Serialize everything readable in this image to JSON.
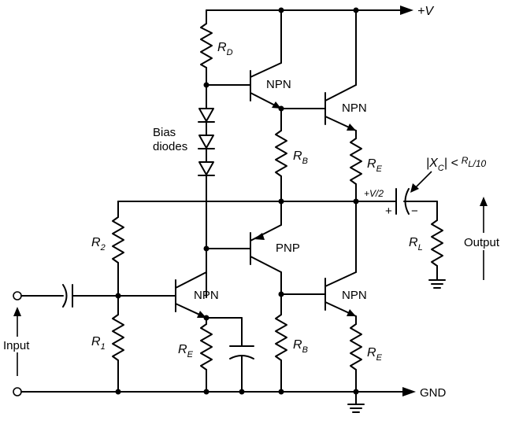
{
  "supply_label": "+V",
  "ground_label": "GND",
  "input_label": "Input",
  "output_label": "Output",
  "bias_diodes_label": [
    "Bias",
    "diodes"
  ],
  "transistors": {
    "npn_top_left": "NPN",
    "npn_top_right": "NPN",
    "pnp_mid": "PNP",
    "npn_input": "NPN",
    "npn_bottom_right": "NPN"
  },
  "resistors": {
    "rd": {
      "main": "R",
      "sub": "D"
    },
    "rb_top": {
      "main": "R",
      "sub": "B"
    },
    "re_top": {
      "main": "R",
      "sub": "E"
    },
    "r2": {
      "main": "R",
      "sub": "2"
    },
    "r1": {
      "main": "R",
      "sub": "1"
    },
    "re_input": {
      "main": "R",
      "sub": "E"
    },
    "rb_bottom": {
      "main": "R",
      "sub": "B"
    },
    "re_bottom": {
      "main": "R",
      "sub": "E"
    },
    "rl": {
      "main": "R",
      "sub": "L"
    }
  },
  "midpoint_label": "+V/2",
  "cap_condition": {
    "xc": "|X",
    "xc_sub": "C",
    "rel": "| <",
    "rl": "R",
    "rl_sub": "L",
    "div": "/10"
  },
  "polarity": {
    "plus": "+",
    "minus": "−"
  }
}
